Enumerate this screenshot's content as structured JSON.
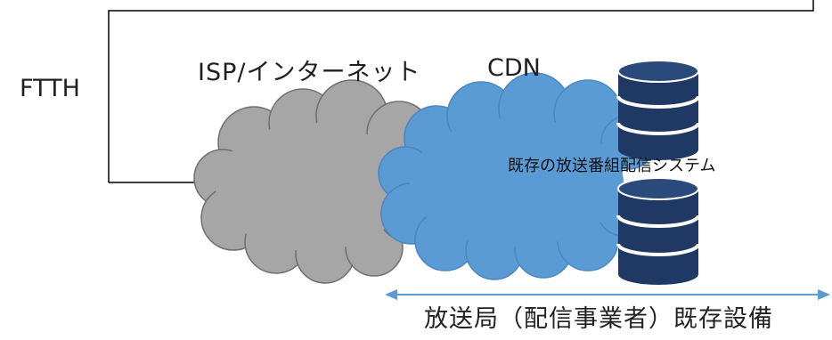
{
  "labels": {
    "ftth": "FTTH",
    "isp": "ISP/インターネット",
    "cdn": "CDN",
    "system": "既存の放送番組配信システム",
    "broadcaster": "放送局（配信事業者）既存設備"
  },
  "colors": {
    "isp_cloud": "#a6a6a6",
    "isp_cloud_outline": "#6f6f6f",
    "cdn_cloud": "#5b9bd5",
    "cdn_cloud_outline": "#4a86c0",
    "database": "#1f3864",
    "arrow": "#5b9bd5",
    "line": "#000000"
  },
  "icons": {
    "database_top": "database-icon",
    "database_bottom": "database-icon"
  }
}
